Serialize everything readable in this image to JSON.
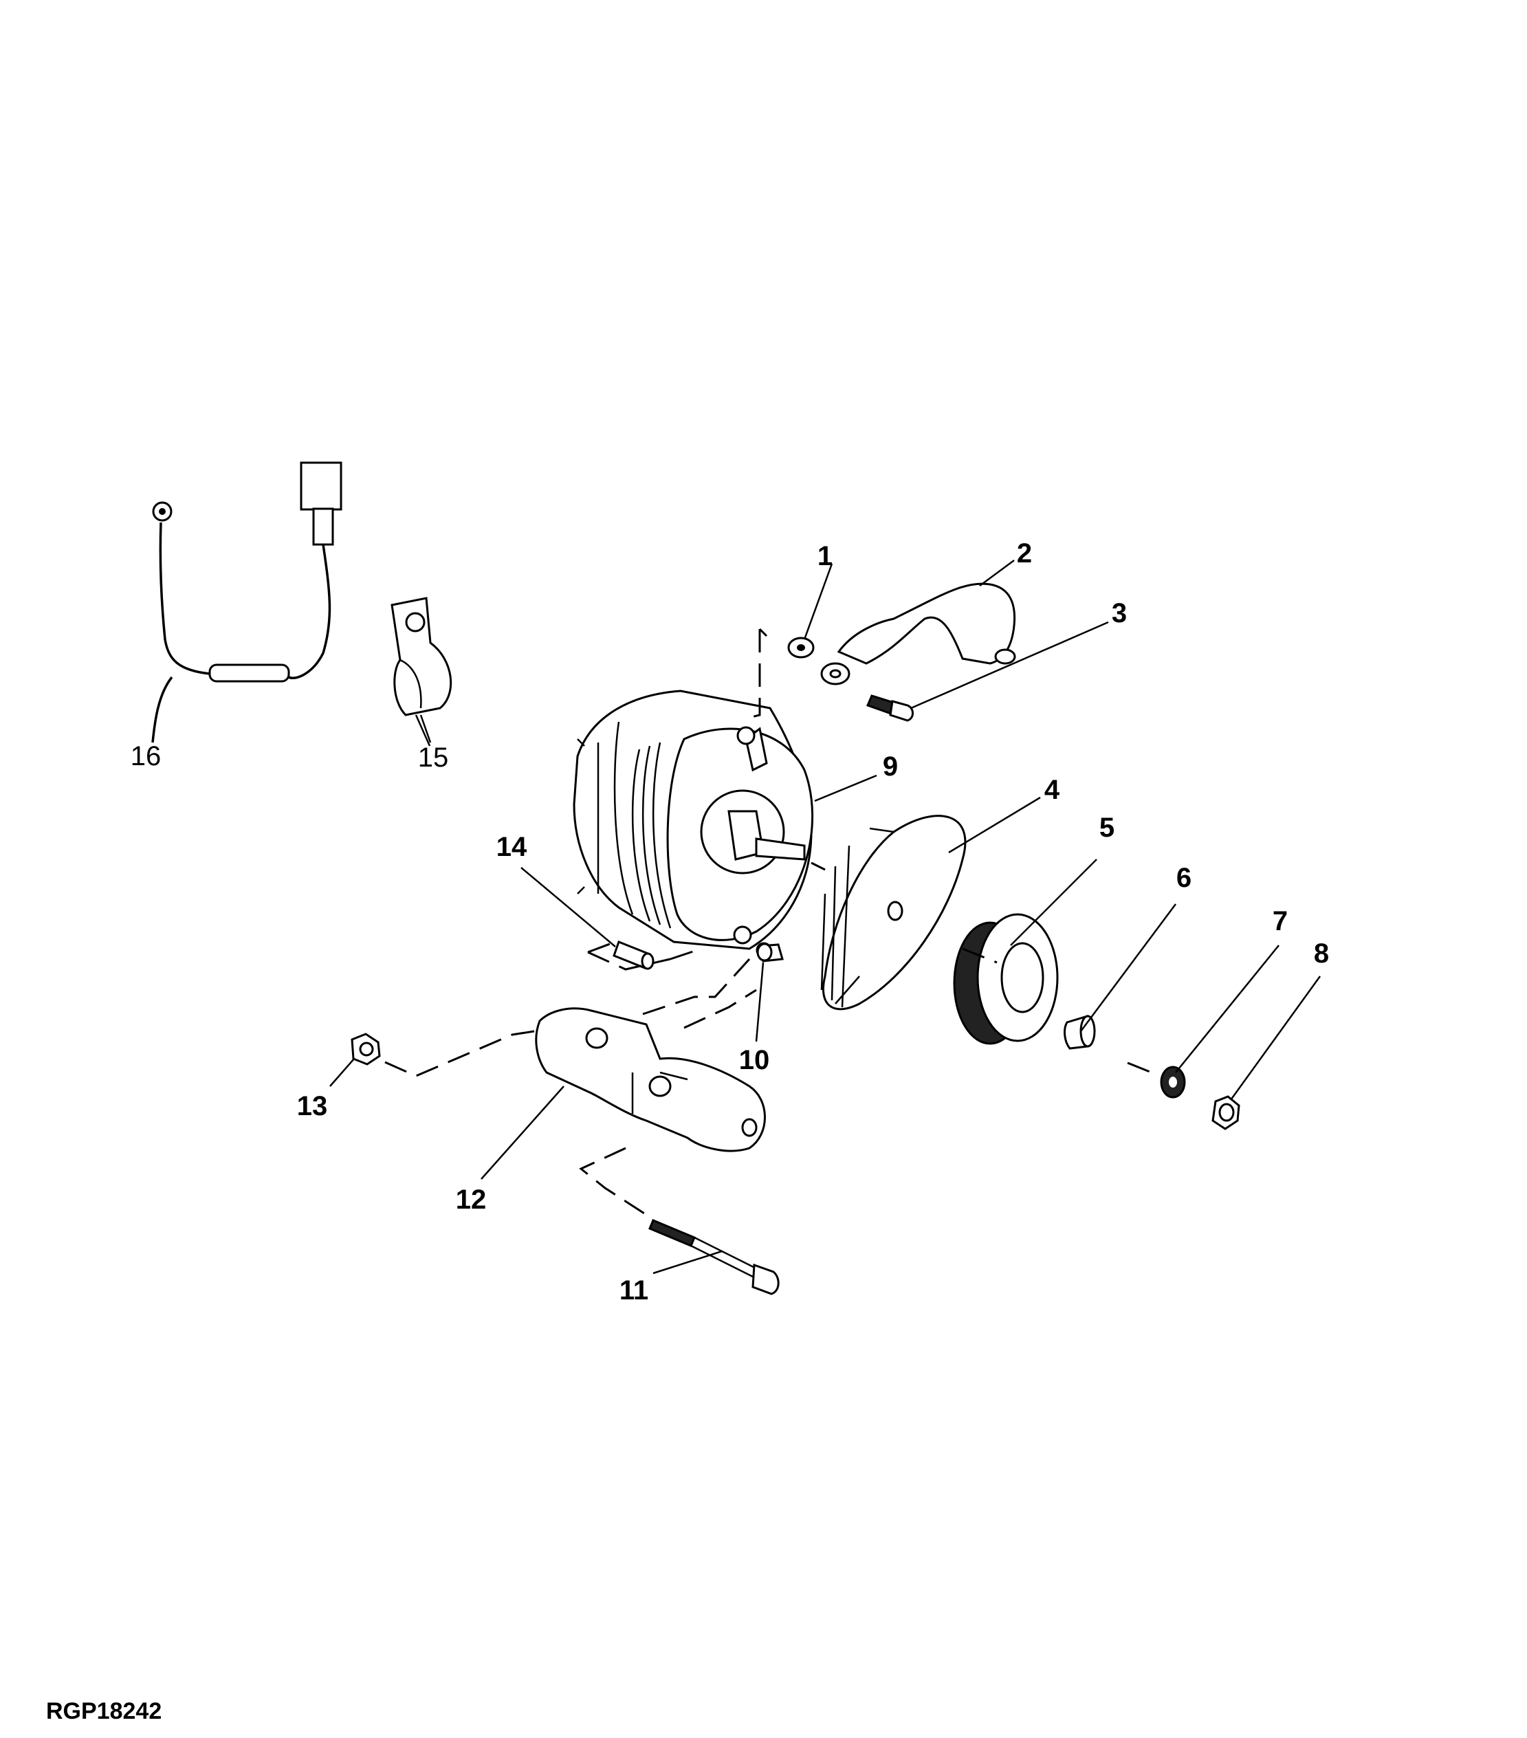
{
  "figure_id": "RGP18242",
  "callouts": [
    {
      "id": "1",
      "text": "1",
      "weight": "bold"
    },
    {
      "id": "2",
      "text": "2",
      "weight": "bold"
    },
    {
      "id": "3",
      "text": "3",
      "weight": "bold"
    },
    {
      "id": "4",
      "text": "4",
      "weight": "bold"
    },
    {
      "id": "5",
      "text": "5",
      "weight": "bold"
    },
    {
      "id": "6",
      "text": "6",
      "weight": "bold"
    },
    {
      "id": "7",
      "text": "7",
      "weight": "bold"
    },
    {
      "id": "8",
      "text": "8",
      "weight": "bold"
    },
    {
      "id": "9",
      "text": "9",
      "weight": "bold"
    },
    {
      "id": "10",
      "text": "10",
      "weight": "bold"
    },
    {
      "id": "11",
      "text": "11",
      "weight": "bold"
    },
    {
      "id": "12",
      "text": "12",
      "weight": "bold"
    },
    {
      "id": "13",
      "text": "13",
      "weight": "bold"
    },
    {
      "id": "14",
      "text": "14",
      "weight": "bold"
    },
    {
      "id": "15",
      "text": "15",
      "weight": "normal"
    },
    {
      "id": "16",
      "text": "16",
      "weight": "normal"
    }
  ],
  "colors": {
    "ink": "#000000",
    "paper": "#ffffff",
    "fill_dark": "#222222"
  }
}
